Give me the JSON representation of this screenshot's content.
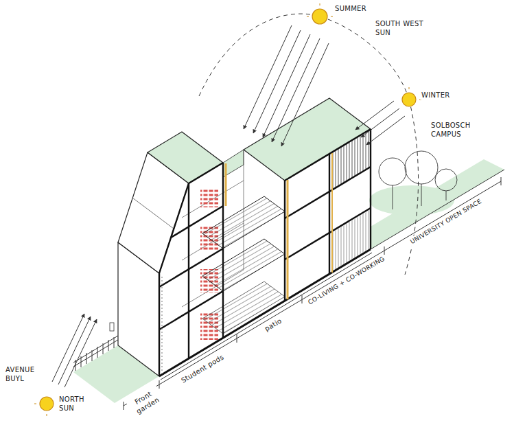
{
  "diagram": {
    "labels": [
      "SUMMER",
      "SOUTH WEST SUN",
      "WINTER",
      "SOLBOSCH CAMPUS",
      "UNIVERSITY OPEN SPACE",
      "CO-LIVING + CO-WORKING",
      "patio",
      "Student pods",
      "Front garden",
      "AVENUE BUYL",
      "NORTH SUN"
    ]
  }
}
